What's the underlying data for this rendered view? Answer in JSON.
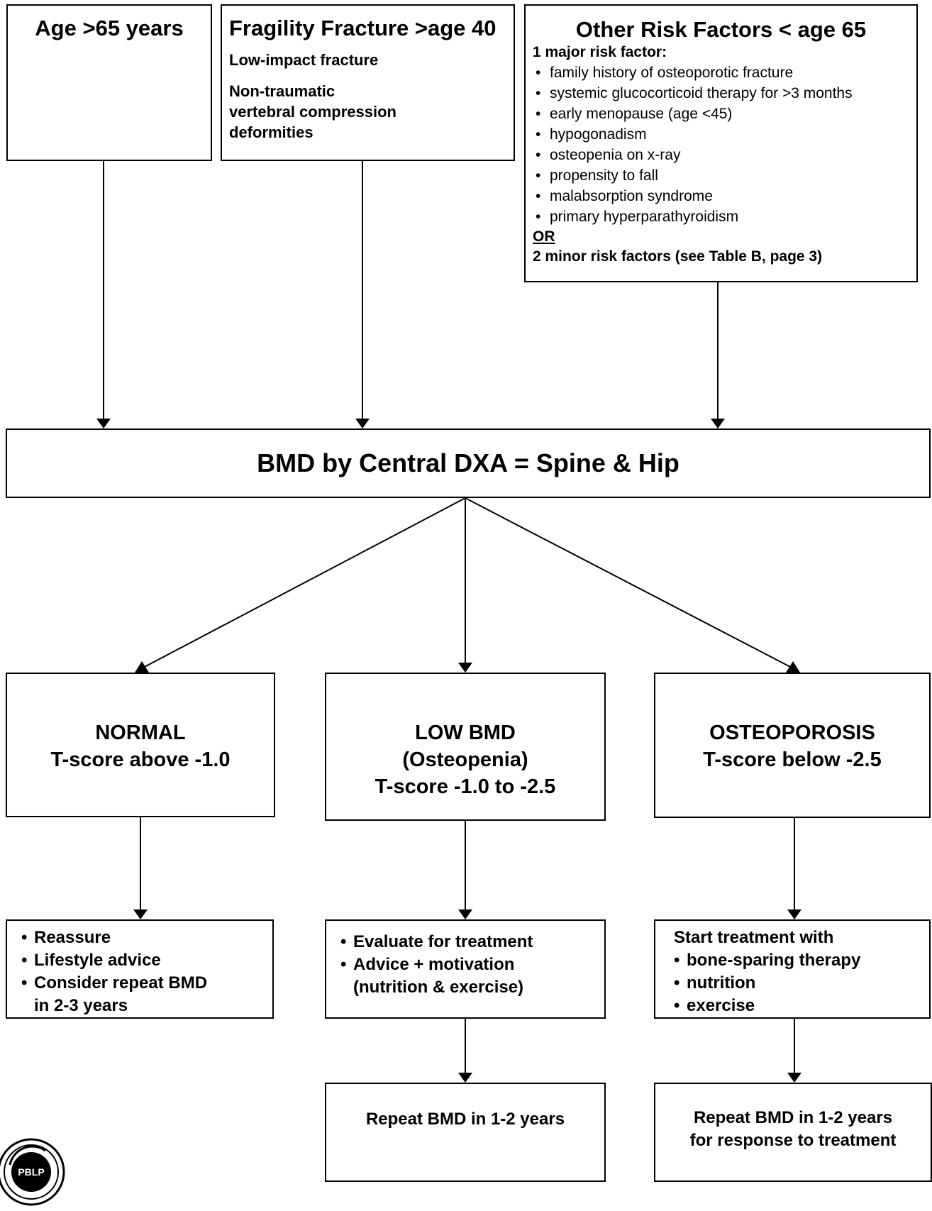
{
  "box_age": {
    "title": "Age >65 years"
  },
  "box_fracture": {
    "title": "Fragility Fracture >age 40",
    "line1": "Low-impact fracture",
    "line2a": "Non-traumatic",
    "line2b": "vertebral compression",
    "line2c": "deformities"
  },
  "box_risk": {
    "title": "Other Risk Factors < age 65",
    "major_heading": "1 major risk factor:",
    "items": [
      "family history of osteoporotic fracture",
      "systemic glucocorticoid therapy for >3 months",
      "early menopause (age <45)",
      "hypogonadism",
      "osteopenia on x-ray",
      "propensity to fall",
      "malabsorption syndrome",
      "primary hyperparathyroidism"
    ],
    "or": "OR",
    "minor": "2 minor risk factors (see Table B, page 3)"
  },
  "bmd_box": {
    "title": "BMD by Central DXA = Spine & Hip"
  },
  "normal": {
    "line1": "NORMAL",
    "line2": "T-score above -1.0"
  },
  "low": {
    "line1": "LOW BMD",
    "line2": "(Osteopenia)",
    "line3": "T-score -1.0 to -2.5"
  },
  "osteo": {
    "line1": "OSTEOPOROSIS",
    "line2": "T-score below -2.5"
  },
  "normal_actions": {
    "items": [
      "Reassure",
      "Lifestyle advice",
      "Consider repeat BMD"
    ],
    "cont": "in 2-3 years"
  },
  "low_actions": {
    "items": [
      "Evaluate for treatment",
      "Advice + motivation"
    ],
    "cont": "(nutrition & exercise)"
  },
  "osteo_actions": {
    "heading": "Start treatment with",
    "items": [
      "bone-sparing therapy",
      "nutrition",
      "exercise"
    ]
  },
  "low_repeat": {
    "text": "Repeat BMD in 1-2 years"
  },
  "osteo_repeat": {
    "line1": "Repeat BMD in 1-2 years",
    "line2": "for response to treatment"
  },
  "logo": {
    "text": "PBLP"
  }
}
